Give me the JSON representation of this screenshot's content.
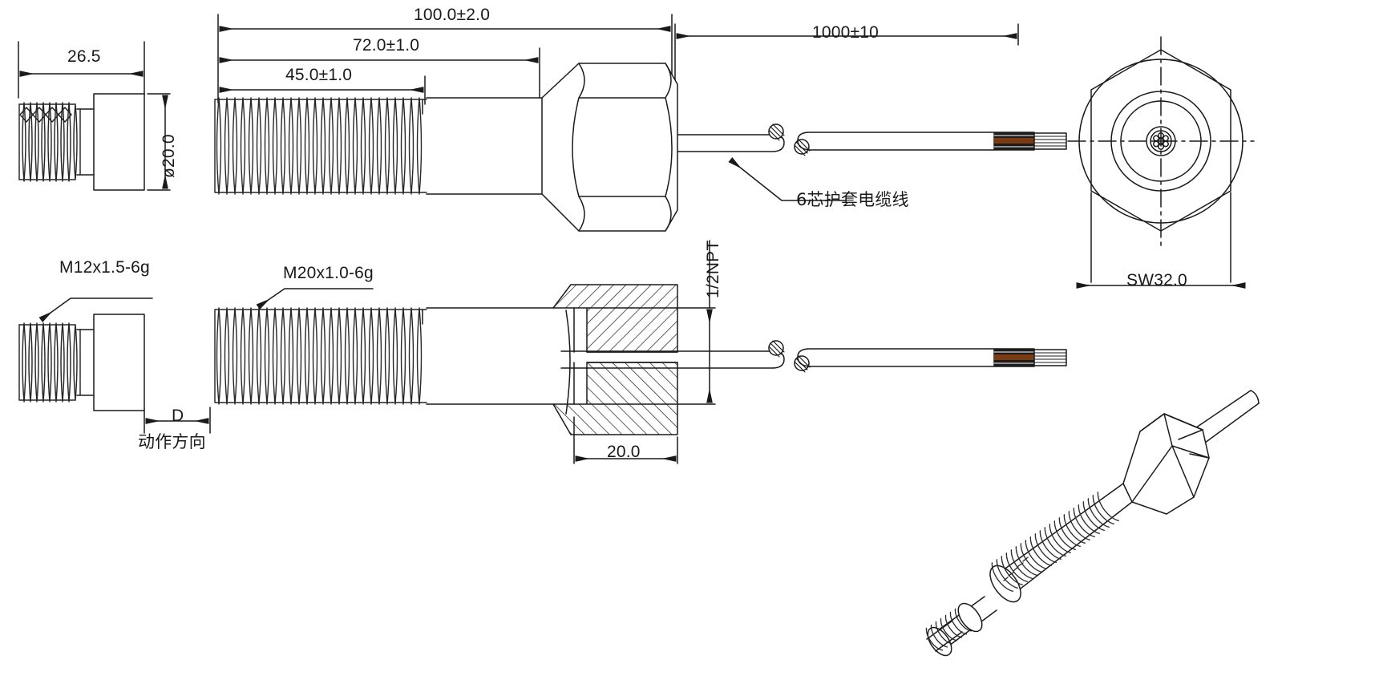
{
  "drawing": {
    "title": "Proximity sensor mechanical drawing",
    "units": "mm",
    "line_color": "#1a1a1a",
    "thread_color": "#2a2a2a",
    "conductor_brown": "#7a3b12",
    "conductor_black": "#1c1c1c"
  },
  "dimensions": {
    "plunger_length": "26.5",
    "body_diameter": "ø20.0",
    "overall_length": "100.0±2.0",
    "thread_to_hex": "72.0±1.0",
    "thread_length": "45.0±1.0",
    "cable_length": "1000±10",
    "hex_width": "SW32.0",
    "npt_depth": "20.0",
    "npt_thread": "1/2NPT",
    "travel_gap": "D"
  },
  "callouts": {
    "small_thread": "M12x1.5-6g",
    "main_thread": "M20x1.0-6g",
    "cable_note": "6芯护套电缆线",
    "travel_direction": "动作方向"
  },
  "views": {
    "top_left": "plunger-side-view",
    "top_main": "assembly-side-view",
    "end_view": "hex-end-view",
    "bottom_left": "plunger-labeled-view",
    "bottom_main": "assembly-section-view",
    "iso": "isometric-3d-view"
  }
}
